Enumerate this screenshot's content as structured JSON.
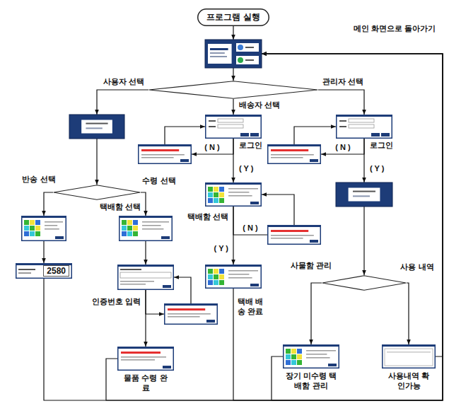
{
  "diagram": {
    "nodes": [
      {
        "text": [
          "프로그램 실행"
        ]
      },
      {
        "text": []
      },
      {
        "text": []
      },
      {
        "text": []
      },
      {
        "text": []
      },
      {
        "text": []
      },
      {
        "text": []
      },
      {
        "text": []
      },
      {
        "text": []
      },
      {
        "text": []
      },
      {
        "text": []
      },
      {
        "text": []
      },
      {
        "text": []
      },
      {
        "text": []
      },
      {
        "text": [
          "택배 배송 완료"
        ]
      },
      {
        "text": []
      },
      {
        "text": [
          "2580"
        ]
      },
      {
        "text": []
      },
      {
        "text": []
      },
      {
        "text": [
          "물품 수령 완료"
        ]
      },
      {
        "text": [
          "장기 미수령 택배함 관리"
        ]
      },
      {
        "text": [
          "사용내역 확인가능"
        ]
      }
    ],
    "edges": [
      {
        "from": 0,
        "to": 1,
        "arrow": "to"
      },
      {
        "from": 1,
        "to": 2,
        "arrow": "to"
      },
      {
        "from": 2,
        "to": 3,
        "label": "사용자 선택",
        "arrow": "to"
      },
      {
        "from": 2,
        "to": 4,
        "label": "배송자 선택",
        "arrow": "to"
      },
      {
        "from": 2,
        "to": 5,
        "label": "관리자 선택",
        "arrow": "to"
      },
      {
        "from": 4,
        "to": 6,
        "label": "( N )",
        "arrow": "to"
      },
      {
        "from": 6,
        "to": 4,
        "arrow": "to"
      },
      {
        "from": 4,
        "to": 8,
        "label": "( Y )",
        "arrow": "to"
      },
      {
        "from": 5,
        "to": 7,
        "label": "( N )",
        "arrow": "to"
      },
      {
        "from": 7,
        "to": 5,
        "arrow": "to"
      },
      {
        "from": 5,
        "to": 9,
        "label": "( Y )",
        "arrow": "to"
      },
      {
        "from": 3,
        "to": 10,
        "arrow": "to"
      },
      {
        "from": 8,
        "to": 11,
        "label": "( N )",
        "arrow": "to"
      },
      {
        "from": 11,
        "to": 8,
        "arrow": "to"
      },
      {
        "from": 8,
        "to": 14,
        "label": "( Y )",
        "arrow": "to"
      },
      {
        "from": 9,
        "to": 15,
        "arrow": "to"
      },
      {
        "from": 10,
        "to": 12,
        "label": "반송 선택",
        "arrow": "to"
      },
      {
        "from": 10,
        "to": 13,
        "label": "수령 선택",
        "arrow": "to"
      },
      {
        "from": 12,
        "to": 16,
        "arrow": "to"
      },
      {
        "from": 13,
        "to": 17,
        "arrow": "to"
      },
      {
        "from": 15,
        "to": 20,
        "label": "사물함 관리",
        "arrow": "to"
      },
      {
        "from": 15,
        "to": 21,
        "label": "사용 내역",
        "arrow": "to"
      },
      {
        "from": 17,
        "to": 18,
        "arrow": "to"
      },
      {
        "from": 18,
        "to": 17,
        "arrow": "to"
      },
      {
        "from": 17,
        "to": 19,
        "arrow": "to"
      },
      {
        "from": 16,
        "to": 1,
        "arrow": "to"
      },
      {
        "from": 19,
        "to": 1,
        "arrow": "to"
      },
      {
        "from": 14,
        "to": 1,
        "arrow": "to"
      },
      {
        "from": 20,
        "to": 1,
        "arrow": "to"
      },
      {
        "from": 21,
        "to": 1,
        "arrow": "to"
      }
    ],
    "labels": [
      "메인 화면으로 돌아가기",
      "로그인",
      "로그인",
      "택배함 선택",
      "택배함 선택",
      "인증번호 입력"
    ]
  }
}
